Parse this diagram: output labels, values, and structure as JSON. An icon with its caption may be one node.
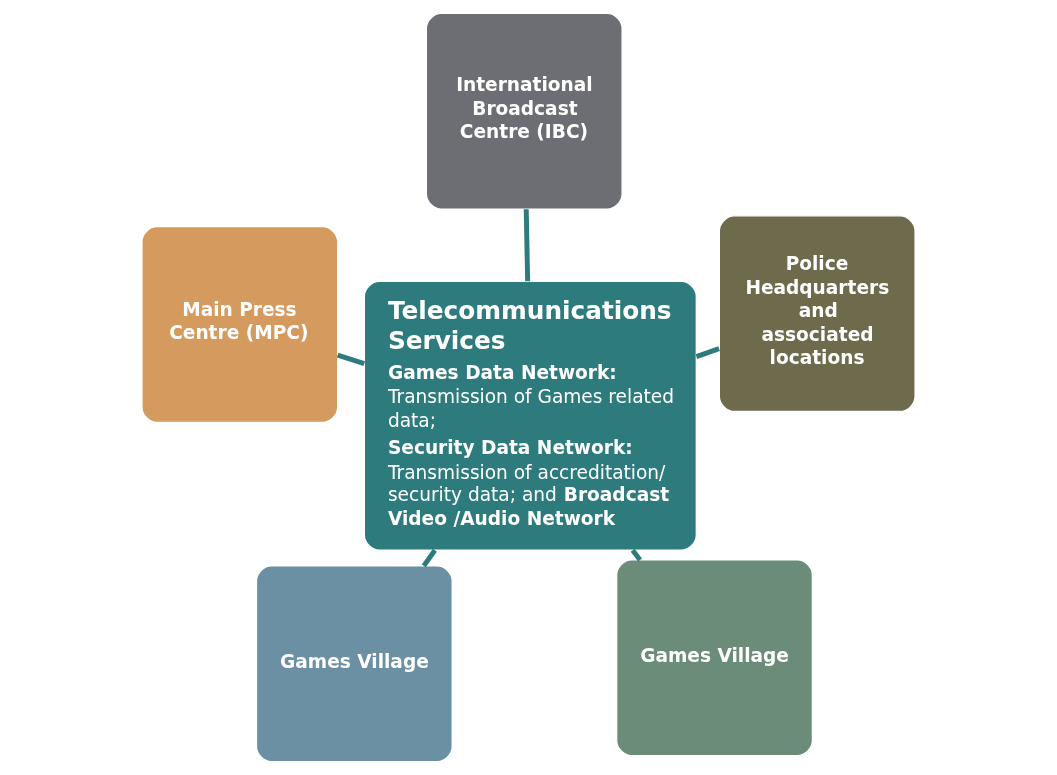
{
  "diagram": {
    "nodes": [
      {
        "text": [
          "Games Village"
        ]
      },
      {
        "text": [
          "Games Village"
        ]
      },
      {
        "text": [
          "Telecommunications Services",
          "**Games Data Network:** Transmission of Games related data;",
          "**Security Data Network:** Transmission of accreditation/ security data; and **Broadcast Video /Audio Network**"
        ]
      },
      {
        "text": [
          "International Broadcast Centre (IBC)"
        ]
      },
      {
        "text": [
          "Police Headquarters and associated locations"
        ]
      },
      {
        "text": [
          "Main Press Centre (MPC)"
        ]
      }
    ],
    "edges": [
      {
        "from": 2,
        "to": 0,
        "arrow": "none"
      },
      {
        "from": 2,
        "to": 1,
        "arrow": "none"
      },
      {
        "from": 2,
        "to": 3,
        "arrow": "none"
      },
      {
        "from": 2,
        "to": 4,
        "arrow": "none"
      },
      {
        "from": 2,
        "to": 5,
        "arrow": "none"
      }
    ]
  }
}
